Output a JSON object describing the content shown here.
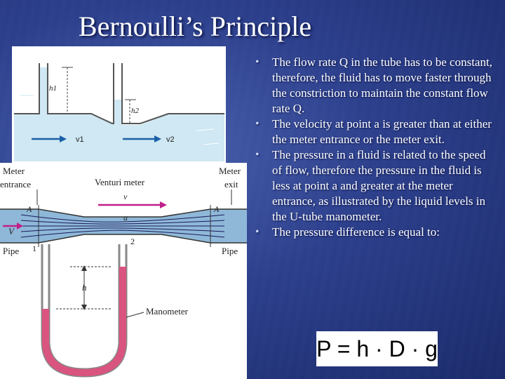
{
  "title": "Bernoulli’s Principle",
  "bullets": [
    "The flow rate Q in the tube has to be constant, therefore, the fluid has to move faster through the constriction to maintain the constant flow rate Q.",
    "The velocity at point a is greater than at either the meter entrance or the meter exit.",
    "The pressure in a fluid is related to the speed of flow, therefore the pressure in the fluid is less at point a and greater at the meter entrance, as illustrated by the liquid levels in the U-tube manometer.",
    "The pressure difference is equal to:"
  ],
  "formula": "P = h · D · g",
  "figure_top": {
    "label_h1": "h1",
    "label_h2": "h2",
    "label_v1": "v1",
    "label_v2": "v2"
  },
  "figure_bottom": {
    "meter_entrance": [
      "Meter",
      "entrance"
    ],
    "meter_exit": [
      "Meter",
      "exit"
    ],
    "venturi_meter": "Venturi meter",
    "label_v_top": "v",
    "label_a": "a",
    "label_A_left": "A",
    "label_A_right": "A",
    "label_V_left": "V",
    "label_pipe_left": "Pipe",
    "label_pipe_right": "Pipe",
    "label_1": "1",
    "label_2": "2",
    "label_h": "h",
    "manometer": "Manometer"
  },
  "colors": {
    "background": "#2c3f8c",
    "fluid_light": "#cfe8f3",
    "pipe_blue": "#8fb8d8",
    "arrow_magenta": "#c0208a",
    "manometer_fluid": "#d9547f"
  }
}
